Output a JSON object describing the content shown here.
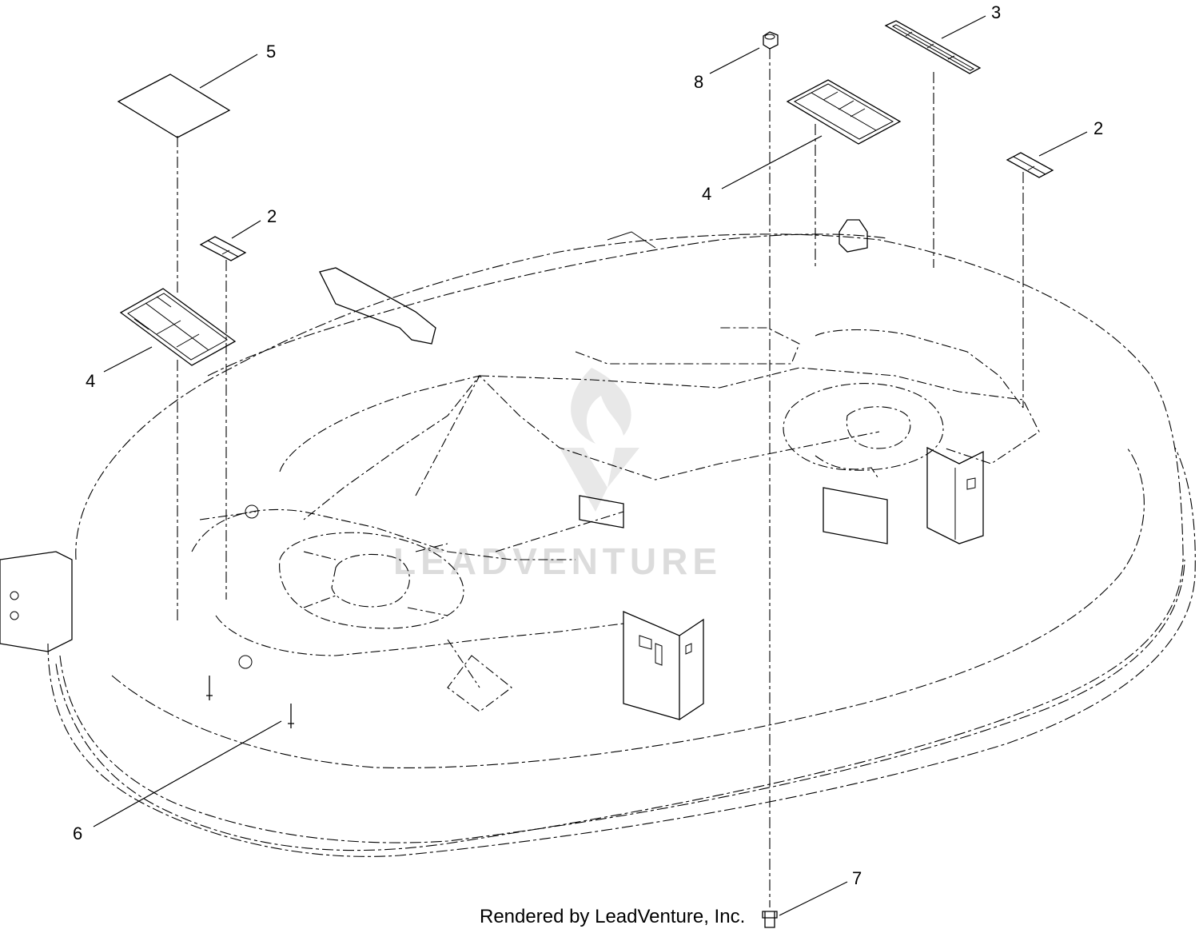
{
  "callouts": {
    "c2a": "2",
    "c2b": "2",
    "c3": "3",
    "c4a": "4",
    "c4b": "4",
    "c5": "5",
    "c6": "6",
    "c7": "7",
    "c8": "8"
  },
  "footer": {
    "credit": "Rendered by LeadVenture, Inc."
  },
  "watermark": {
    "text": "LEADVENTURE"
  },
  "colors": {
    "line": "#000000",
    "watermark": "#d9d9d9",
    "background": "#ffffff"
  }
}
